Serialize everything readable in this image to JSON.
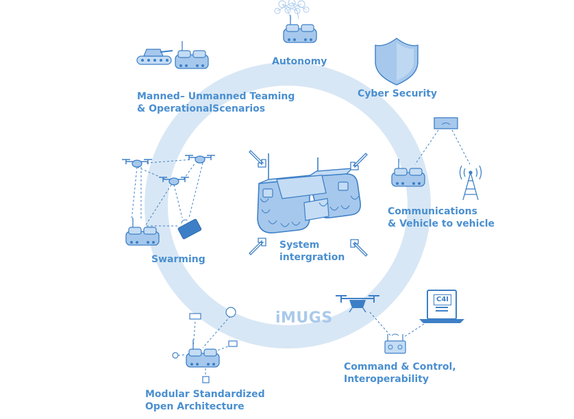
{
  "title": "iMUGS",
  "center": {
    "line1": "System",
    "line2": "intergration"
  },
  "labels": {
    "autonomy": "Autonomy",
    "cyber_security": "Cyber Security",
    "manned_line1": "Manned– Unmanned Teaming",
    "manned_line2": "& OperationalScenarios",
    "comms_line1": "Communications",
    "comms_line2": "& Vehicle to vehicle",
    "swarming": "Swarming",
    "c2_line1": "Command & Control,",
    "c2_line2": "Interoperability",
    "modular_line1": "Modular Standardized",
    "modular_line2": "Open Architecture"
  },
  "laptop_badge": "C4I",
  "colors": {
    "ring": "#d8e7f5",
    "accent_text": "#4a8fd0",
    "icon_fill": "#a6c8ec",
    "icon_stroke": "#3d7fc6",
    "ring_text": "#a9c9ea"
  }
}
